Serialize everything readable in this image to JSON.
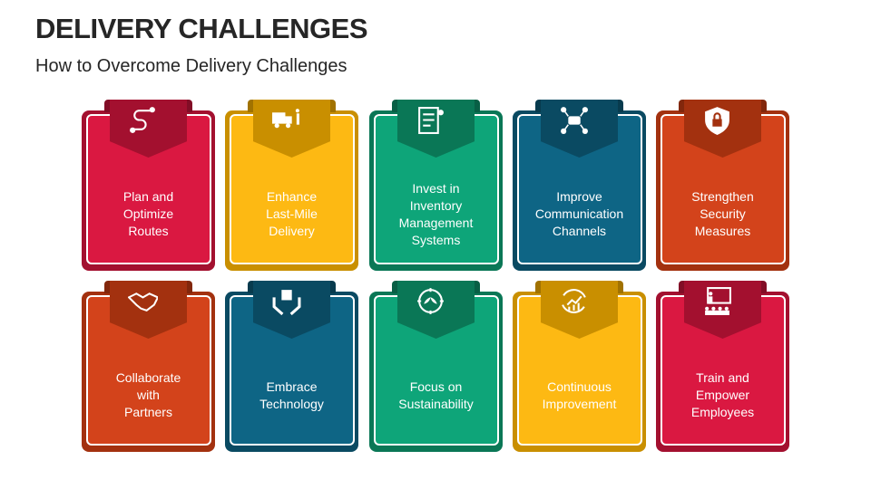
{
  "title": "DELIVERY CHALLENGES",
  "subtitle": "How to Overcome Delivery Challenges",
  "cards": [
    {
      "label": "Plan and\nOptimize\nRoutes",
      "icon": "route-icon",
      "color": "#DA1841",
      "dark": "#A3102F"
    },
    {
      "label": "Enhance\nLast-Mile\nDelivery",
      "icon": "delivery-truck-icon",
      "color": "#FDB913",
      "dark": "#C98F00"
    },
    {
      "label": "Invest in\nInventory\nManagement\nSystems",
      "icon": "inventory-checklist-icon",
      "color": "#0EA579",
      "dark": "#0A7756"
    },
    {
      "label": "Improve\nCommunication\nChannels",
      "icon": "communication-network-icon",
      "color": "#0E6585",
      "dark": "#0A4A62"
    },
    {
      "label": "Strengthen\nSecurity\nMeasures",
      "icon": "security-shield-icon",
      "color": "#D3431B",
      "dark": "#A3310F"
    },
    {
      "label": "Collaborate\nwith\nPartners",
      "icon": "handshake-icon",
      "color": "#D3431B",
      "dark": "#A3310F"
    },
    {
      "label": "Embrace\nTechnology",
      "icon": "chip-hands-icon",
      "color": "#0E6585",
      "dark": "#0A4A62"
    },
    {
      "label": "Focus on\nSustainability",
      "icon": "leaf-target-icon",
      "color": "#0EA579",
      "dark": "#0A7756"
    },
    {
      "label": "Continuous\nImprovement",
      "icon": "growth-cycle-icon",
      "color": "#FDB913",
      "dark": "#C98F00"
    },
    {
      "label": "Train and\nEmpower\nEmployees",
      "icon": "training-presentation-icon",
      "color": "#DA1841",
      "dark": "#A3102F"
    }
  ]
}
